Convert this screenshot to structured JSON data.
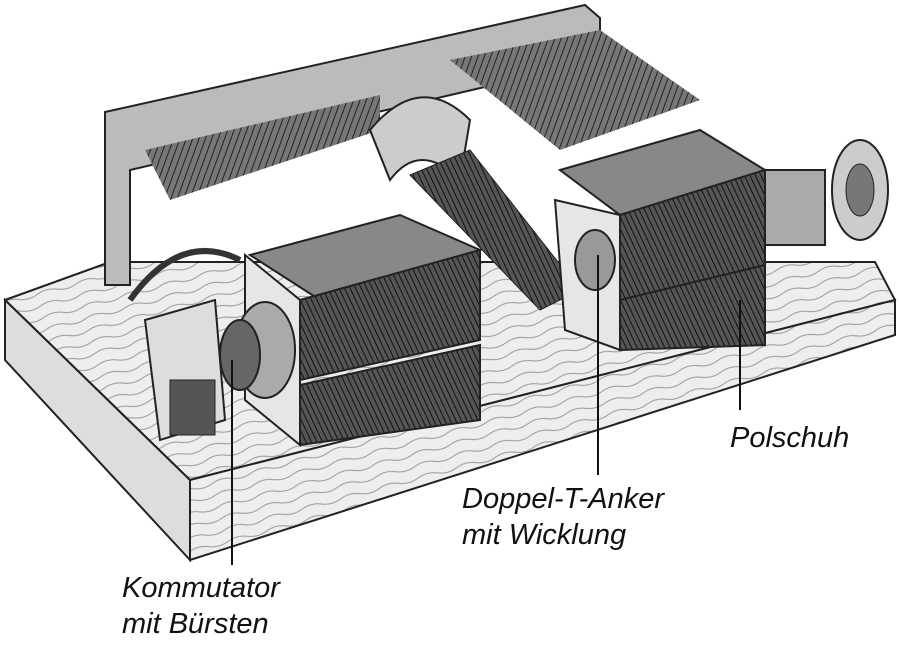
{
  "diagram": {
    "labels": {
      "polschuh": "Polschuh",
      "anker_line1": "Doppel-T-Anker",
      "anker_line2": "mit Wicklung",
      "kommutator_line1": "Kommutator",
      "kommutator_line2": "mit Bürsten"
    }
  }
}
